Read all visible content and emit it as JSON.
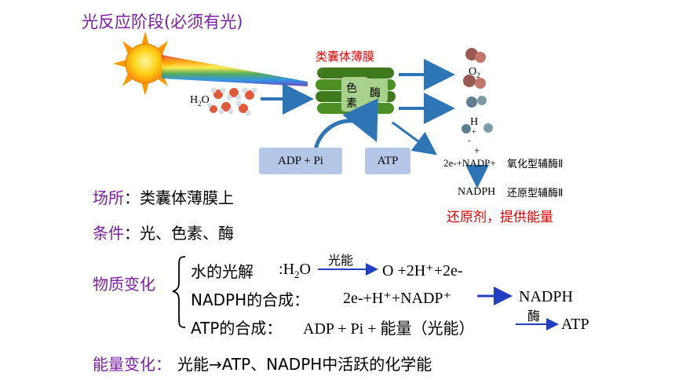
{
  "title": "光反应阶段(必须有光)",
  "membrane_label": "类囊体薄膜",
  "grana_labels": {
    "pigment_1": "色",
    "pigment_2": "素",
    "enzyme": "酶"
  },
  "water_label": "H",
  "water_sub": "2",
  "water_o": "O",
  "oxygen_label": "O",
  "oxygen_sub": "2",
  "hplus_label": "H",
  "hplus_sup": "+",
  "minus_sign": "-",
  "plus_sign": "+",
  "adp_box": "ADP + Pi",
  "atp_box": "ATP",
  "electron_reaction": "2e-+NADP+",
  "oxidized_coenzyme": "氧化型辅酶Ⅱ",
  "nadph_label": "NADPH",
  "reduced_coenzyme": "还原型辅酶Ⅱ",
  "reductant_note": "还原剂，提供能量",
  "site": {
    "label": "场所",
    "value": "：类囊体薄膜上"
  },
  "conditions": {
    "label": "条件",
    "value": "：光、色素、酶"
  },
  "material_change": {
    "label": "物质变化",
    "water_photolysis": {
      "name": "水的光解",
      "colon": ":",
      "reactant": "H",
      "reactant_sub": "2",
      "reactant_o": "O",
      "arrow_label": "光能",
      "product": "O +2H⁺+2e-"
    },
    "nadph_synthesis": {
      "name": "NADPH的合成：",
      "reactant": "2e-+H⁺+NADP⁺",
      "product": "NADPH"
    },
    "atp_synthesis": {
      "name": "ATP的合成：",
      "reactant": "ADP + Pi + 能量（光能）",
      "arrow_label": "酶",
      "product": "ATP"
    }
  },
  "energy_change": {
    "label": "能量变化：",
    "value": "光能→ATP、NADPH中活跃的化学能"
  },
  "colors": {
    "accent_purple": "#7a1fa2",
    "red": "#e00000",
    "arrow_blue": "#2e75b6",
    "box_blue": "#b4c7e7",
    "grana_green": "#3f7a1e"
  }
}
